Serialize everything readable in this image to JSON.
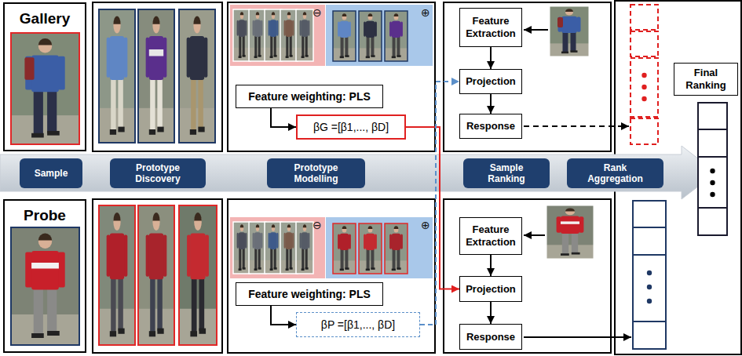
{
  "diagram": {
    "nodes": [
      {
        "text": [
          "Gallery"
        ]
      },
      {
        "text": [
          "Feature weighting: PLS"
        ]
      },
      {
        "text": [
          "βG =[β1,..., βD]"
        ]
      },
      {
        "text": [
          "Feature Extraction"
        ]
      },
      {
        "text": [
          "Projection"
        ]
      },
      {
        "text": [
          "Response"
        ]
      },
      {
        "text": [
          "Final Ranking"
        ]
      },
      {
        "text": [
          "Sample"
        ]
      },
      {
        "text": [
          "Prototype Discovery"
        ]
      },
      {
        "text": [
          "Prototype Modelling"
        ]
      },
      {
        "text": [
          "Sample Ranking"
        ]
      },
      {
        "text": [
          "Rank Aggregation"
        ]
      },
      {
        "text": [
          "Probe"
        ]
      },
      {
        "text": [
          "Feature weighting: PLS"
        ]
      },
      {
        "text": [
          "βP =[β1,..., βD]"
        ]
      },
      {
        "text": [
          "Feature Extraction"
        ]
      },
      {
        "text": [
          "Projection"
        ]
      },
      {
        "text": [
          "Response"
        ]
      }
    ],
    "edges": [
      {
        "from": 1,
        "to": 2,
        "arrow": "to"
      },
      {
        "from": 3,
        "to": 4,
        "arrow": "to"
      },
      {
        "from": 4,
        "to": 5,
        "arrow": "to"
      },
      {
        "from": 2,
        "to": 16,
        "arrow": "to"
      },
      {
        "from": 13,
        "to": 14,
        "arrow": "to"
      },
      {
        "from": 14,
        "to": 4,
        "arrow": "to"
      },
      {
        "from": 15,
        "to": 16,
        "arrow": "to"
      },
      {
        "from": 16,
        "to": 17,
        "arrow": "to"
      }
    ],
    "labels": [
      "⊖",
      "⊕",
      "⊖",
      "⊕"
    ]
  }
}
